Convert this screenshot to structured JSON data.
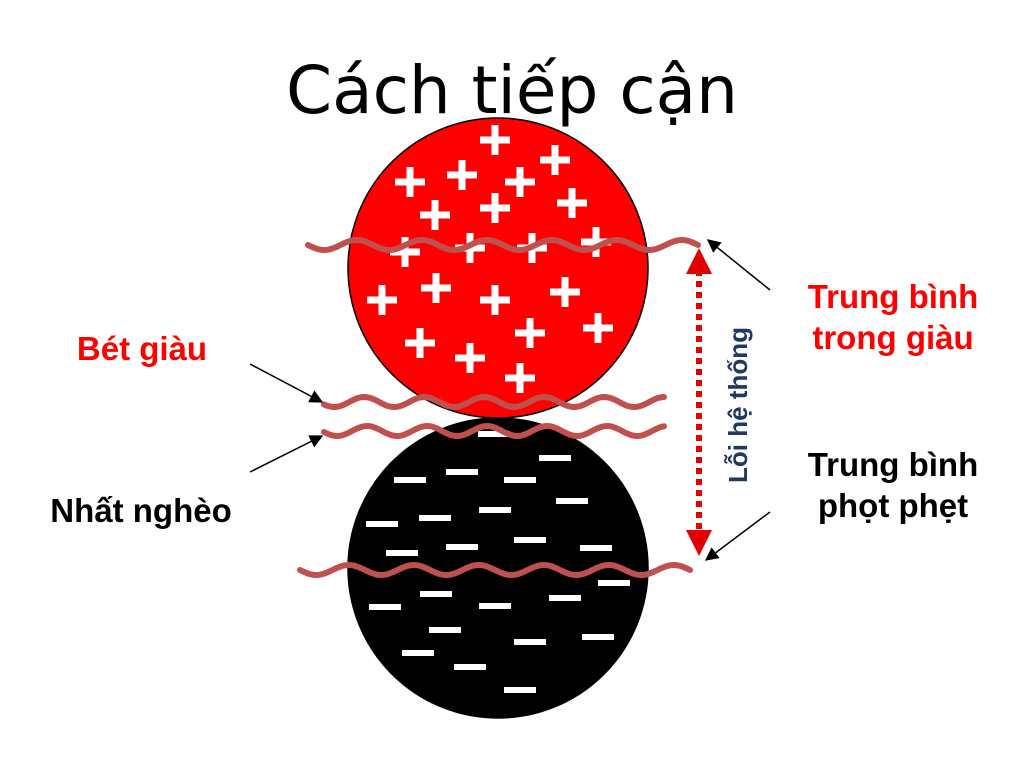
{
  "slide": {
    "title": "Cách tiếp cận"
  },
  "labels": {
    "bet_giau": "Bét giàu",
    "nhat_ngheo": "Nhất nghèo",
    "trung_binh_trong_giau_1": "Trung bình",
    "trung_binh_trong_giau_2": "trong giàu",
    "trung_binh_phot_phet_1": "Trung bình",
    "trung_binh_phot_phet_2": "phọt phẹt",
    "loi_he_thong": "Lỗi hệ thống"
  },
  "symbols": {
    "plus": "+",
    "minus": "−"
  },
  "colors": {
    "rich_circle": "#ff0000",
    "poor_circle": "#000000",
    "wave": "#c0504d",
    "accent_text": "#ff0000",
    "vertical_label": "#1f3864",
    "dotted_arrow": "#e00000"
  },
  "icons": {
    "plus": "plus-sign-icon",
    "minus": "minus-sign-icon"
  }
}
